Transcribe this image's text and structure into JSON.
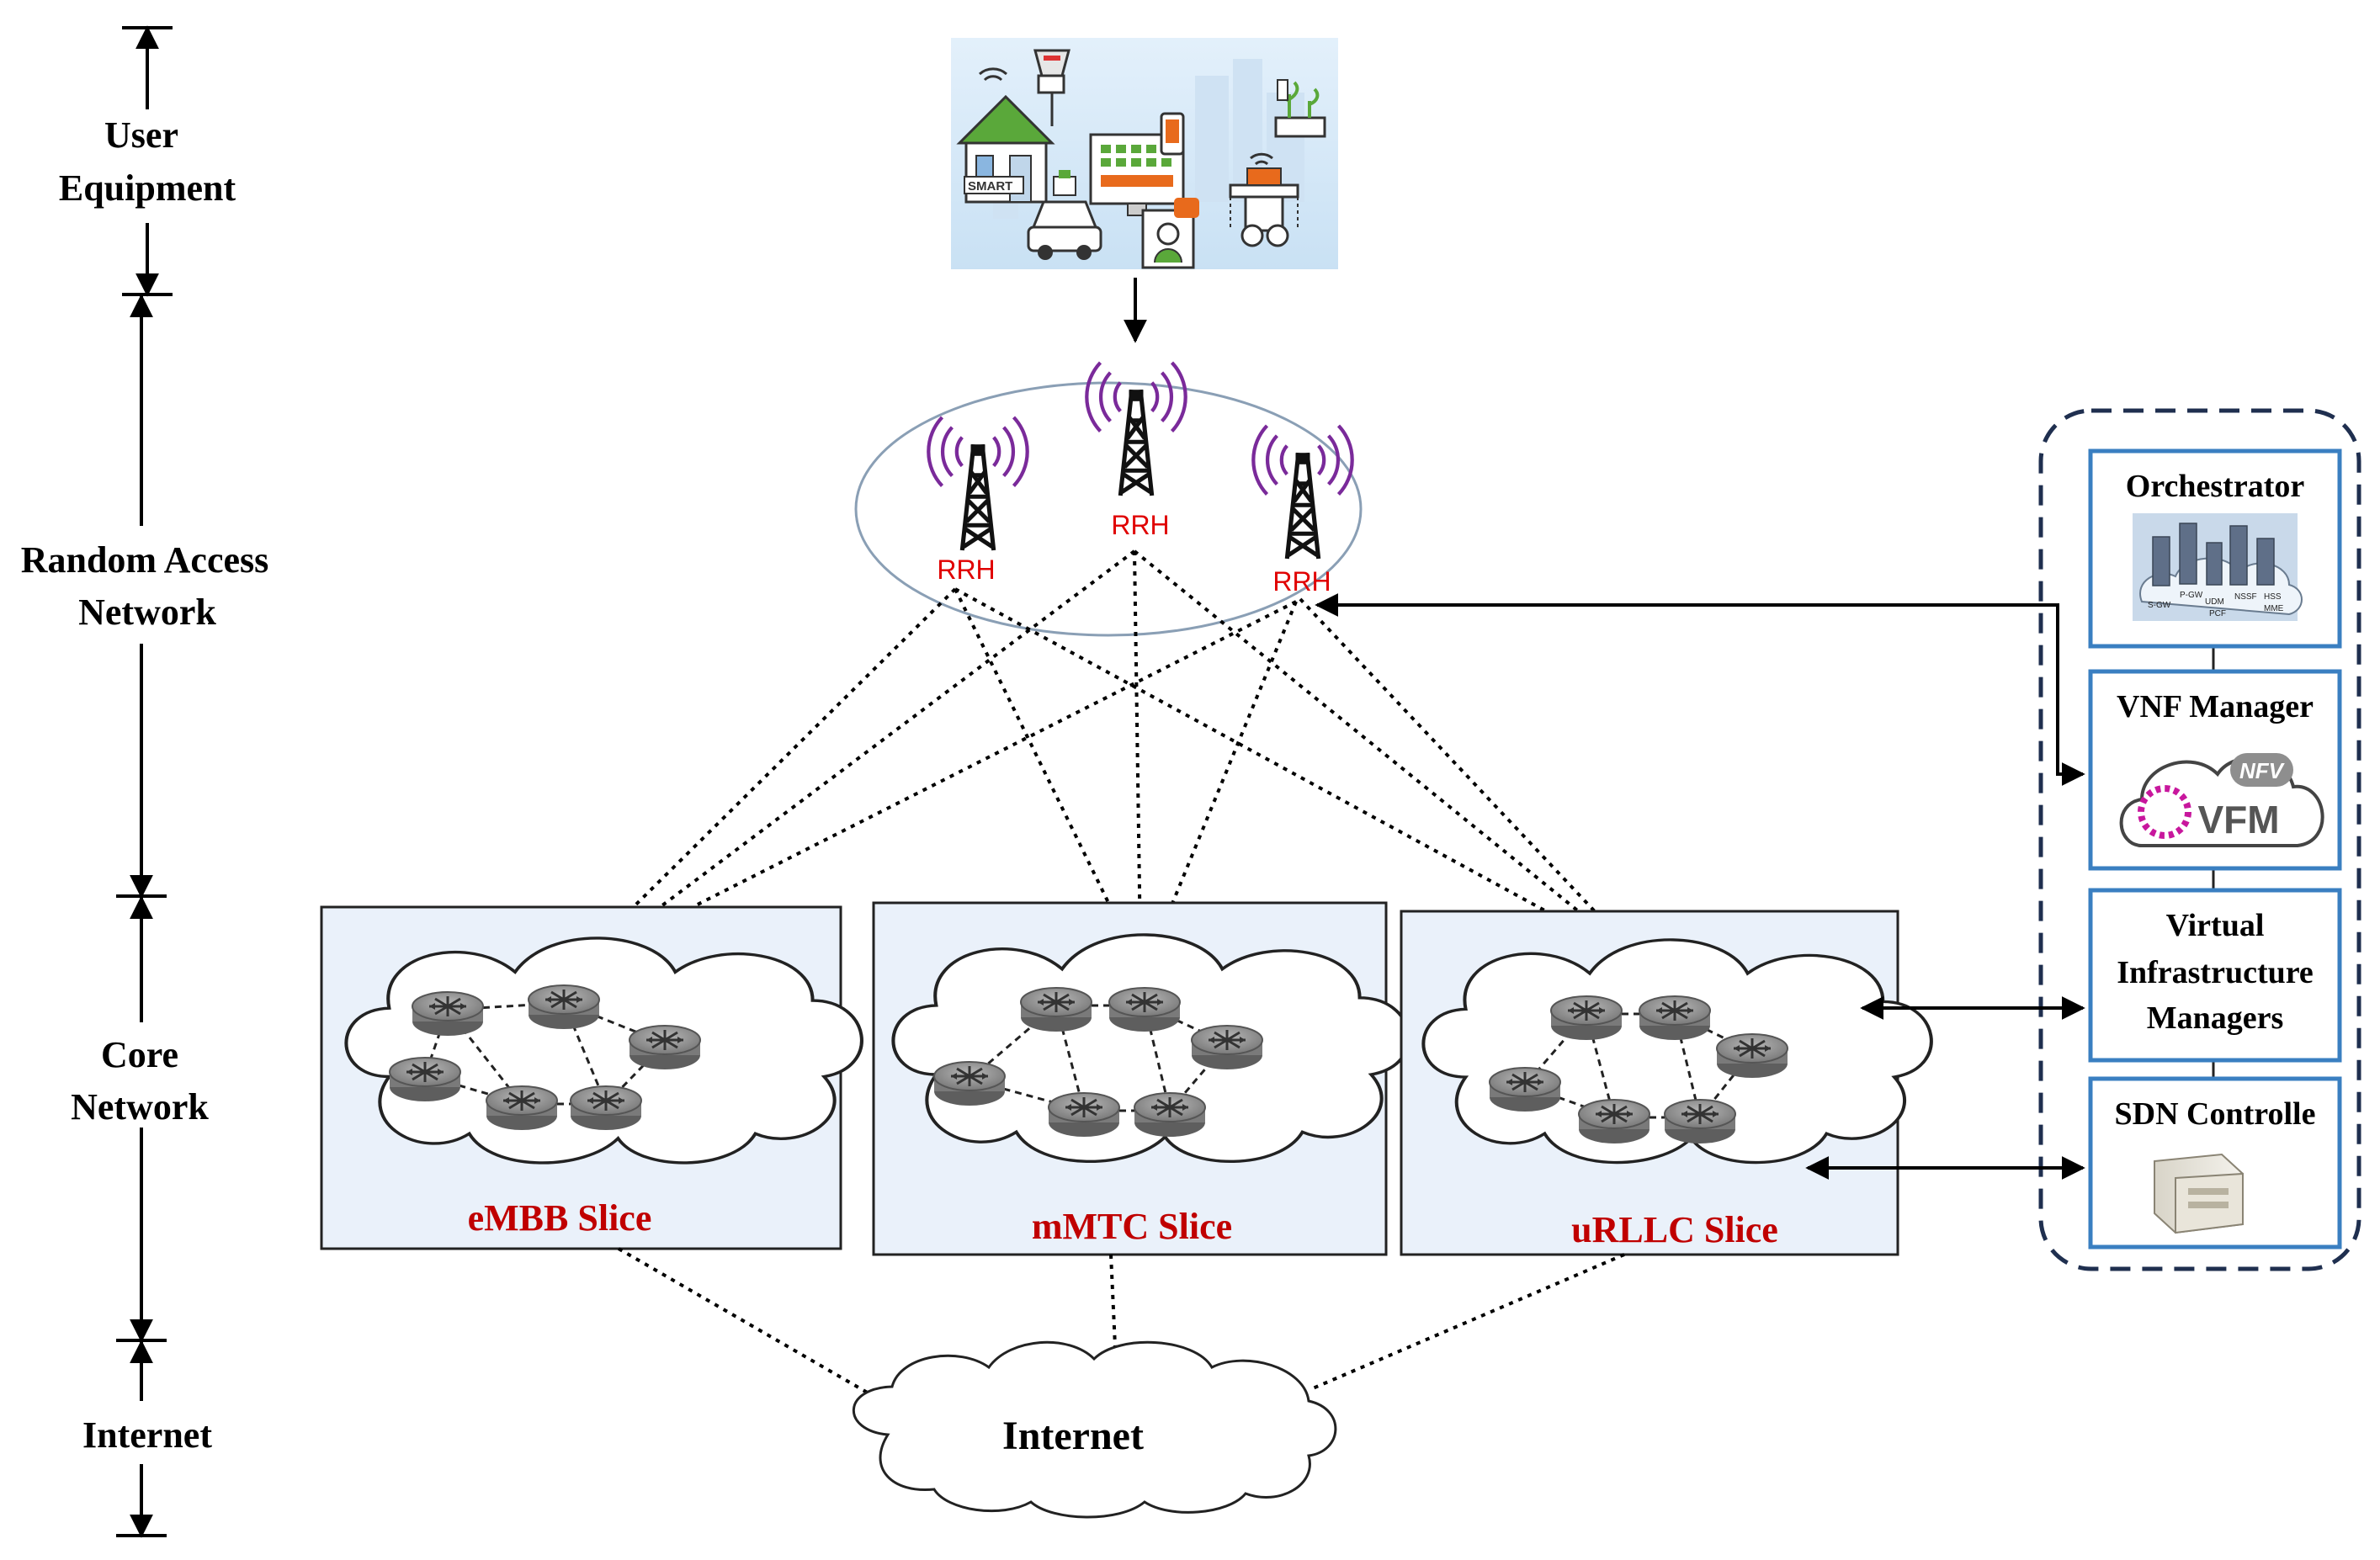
{
  "layers": {
    "user_equipment": [
      "User",
      "Equipment"
    ],
    "random_access_network": [
      "Random Access",
      "Network"
    ],
    "core_network": [
      "Core",
      "Network"
    ],
    "internet": [
      "Internet"
    ]
  },
  "ue_sign_text": "SMART",
  "rrh_label": "RRH",
  "slices": {
    "embb": "eMBB Slice",
    "mmtc": "mMTC Slice",
    "urllc": "uRLLC Slice"
  },
  "internet_cloud_label": "Internet",
  "management": {
    "orchestrator": "Orchestrator",
    "vnf_manager": "VNF Manager",
    "vim": [
      "Virtual",
      "Infrastructure",
      "Managers"
    ],
    "sdn": "SDN Controlle",
    "nfv_badge": "NFV",
    "vfm_text": "VFM",
    "orch_tags": [
      "P-GW",
      "S-GW",
      "UDM",
      "PCF",
      "NSSF",
      "HSS",
      "MME"
    ]
  },
  "colors": {
    "slice_label": "#c00000",
    "rrh_label": "#e00000",
    "panel_border": "#3a7fc1",
    "dashed_border": "#1f2f4f",
    "antenna_waves": "#7a2a9a",
    "slice_bg": "#eaf1fa",
    "vfm_accent": "#c8179d"
  },
  "icons": [
    "smart-city-devices-icon",
    "cell-tower-icon",
    "router-icon",
    "server-cloud-icon",
    "nfv-vfm-logo-icon",
    "sdn-server-icon"
  ]
}
